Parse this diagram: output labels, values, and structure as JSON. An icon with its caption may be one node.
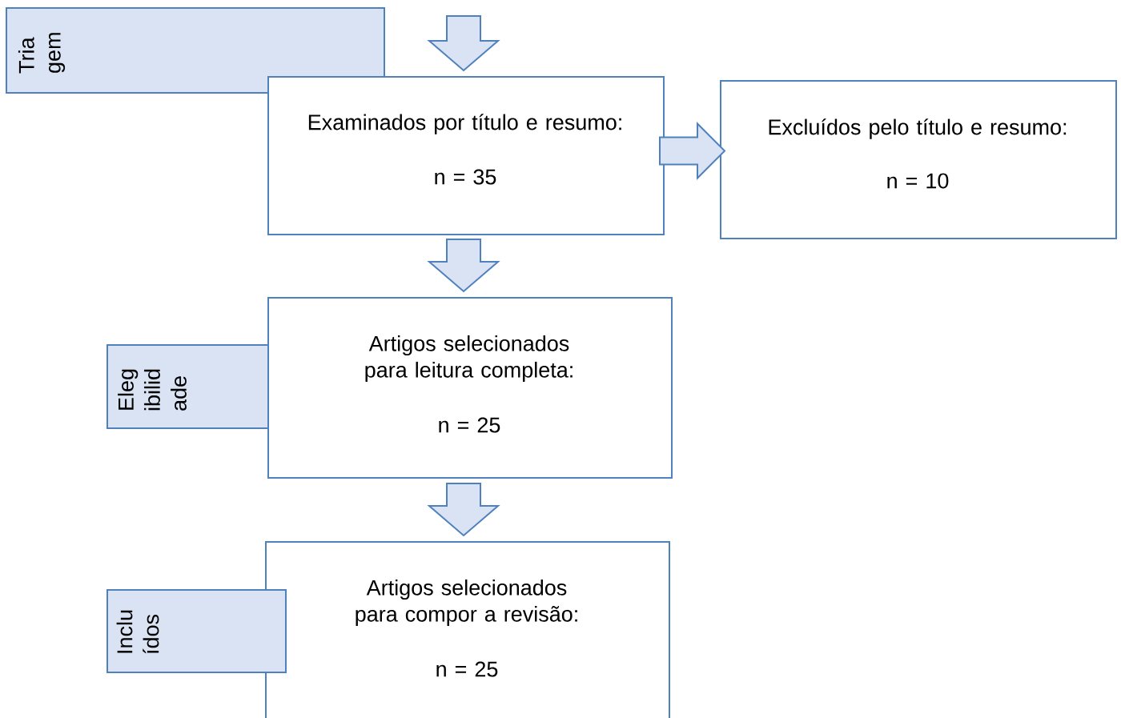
{
  "diagram": {
    "nodes": [
      {
        "text": [
          "Tria gem"
        ]
      },
      {
        "text": [
          "Examinados por título e resumo:",
          "n = 35"
        ]
      },
      {
        "text": [
          "Excluídos pelo título e resumo:",
          "n = 10"
        ]
      },
      {
        "text": [
          "Eleg ibilid ade"
        ]
      },
      {
        "text": [
          "Artigos selecionados para leitura completa:",
          "n = 25"
        ]
      },
      {
        "text": [
          "Inclu ídos"
        ]
      },
      {
        "text": [
          "Artigos selecionados para compor a revisão:",
          "n = 25"
        ]
      }
    ],
    "edges": [
      {
        "from": null,
        "to": 1,
        "arrow": "to"
      },
      {
        "from": 1,
        "to": 2,
        "arrow": "to"
      },
      {
        "from": 1,
        "to": 4,
        "arrow": "to"
      },
      {
        "from": 4,
        "to": 6,
        "arrow": "to"
      }
    ]
  }
}
